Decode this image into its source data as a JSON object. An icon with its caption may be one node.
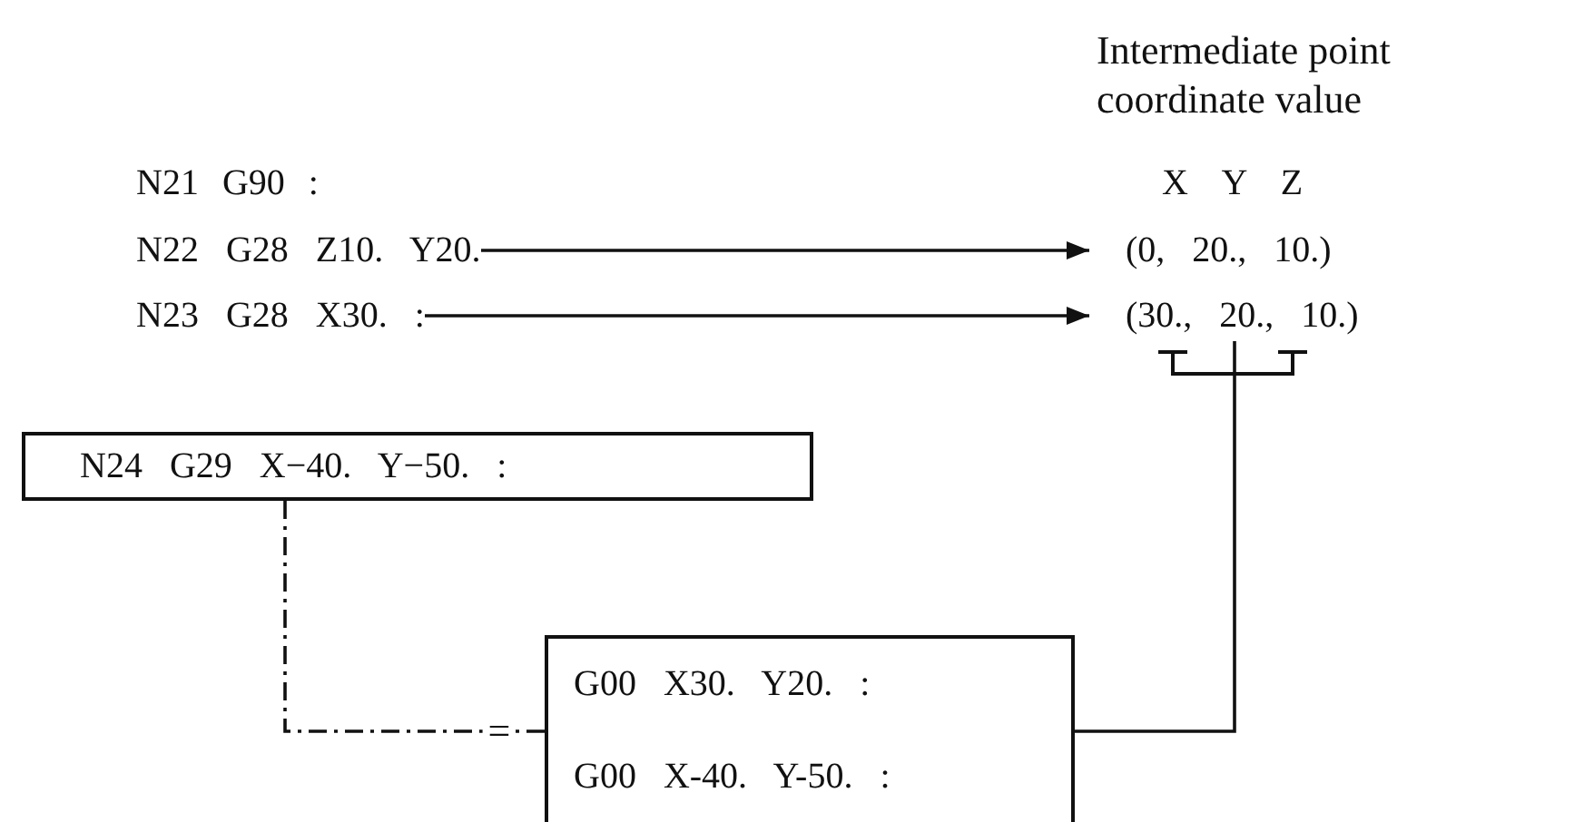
{
  "diagram": {
    "nodes": [
      {
        "text": [
          "N22 G28 Z10. Y20."
        ]
      },
      {
        "text": [
          "(0, 20., 10.)"
        ]
      },
      {
        "text": [
          "N23 G28 X30. :"
        ]
      },
      {
        "text": [
          "(30., 20., 10.)"
        ]
      },
      {
        "text": [
          "N24 G29 X−40. Y−50. :"
        ]
      },
      {
        "text": [
          "G00 X30. Y20. :",
          "G00 X-40. Y-50. :"
        ]
      }
    ],
    "edges": [
      {
        "from": 0,
        "to": 1,
        "arrow": "to"
      },
      {
        "from": 2,
        "to": 3,
        "arrow": "to"
      },
      {
        "from": 4,
        "to": 5,
        "arrow": "none",
        "label": "=",
        "style": "dashed"
      },
      {
        "from": 3,
        "to": 5,
        "arrow": "none"
      }
    ],
    "labels": [
      "Intermediate point coordinate value",
      "N21 G90 :",
      "X Y Z"
    ]
  }
}
